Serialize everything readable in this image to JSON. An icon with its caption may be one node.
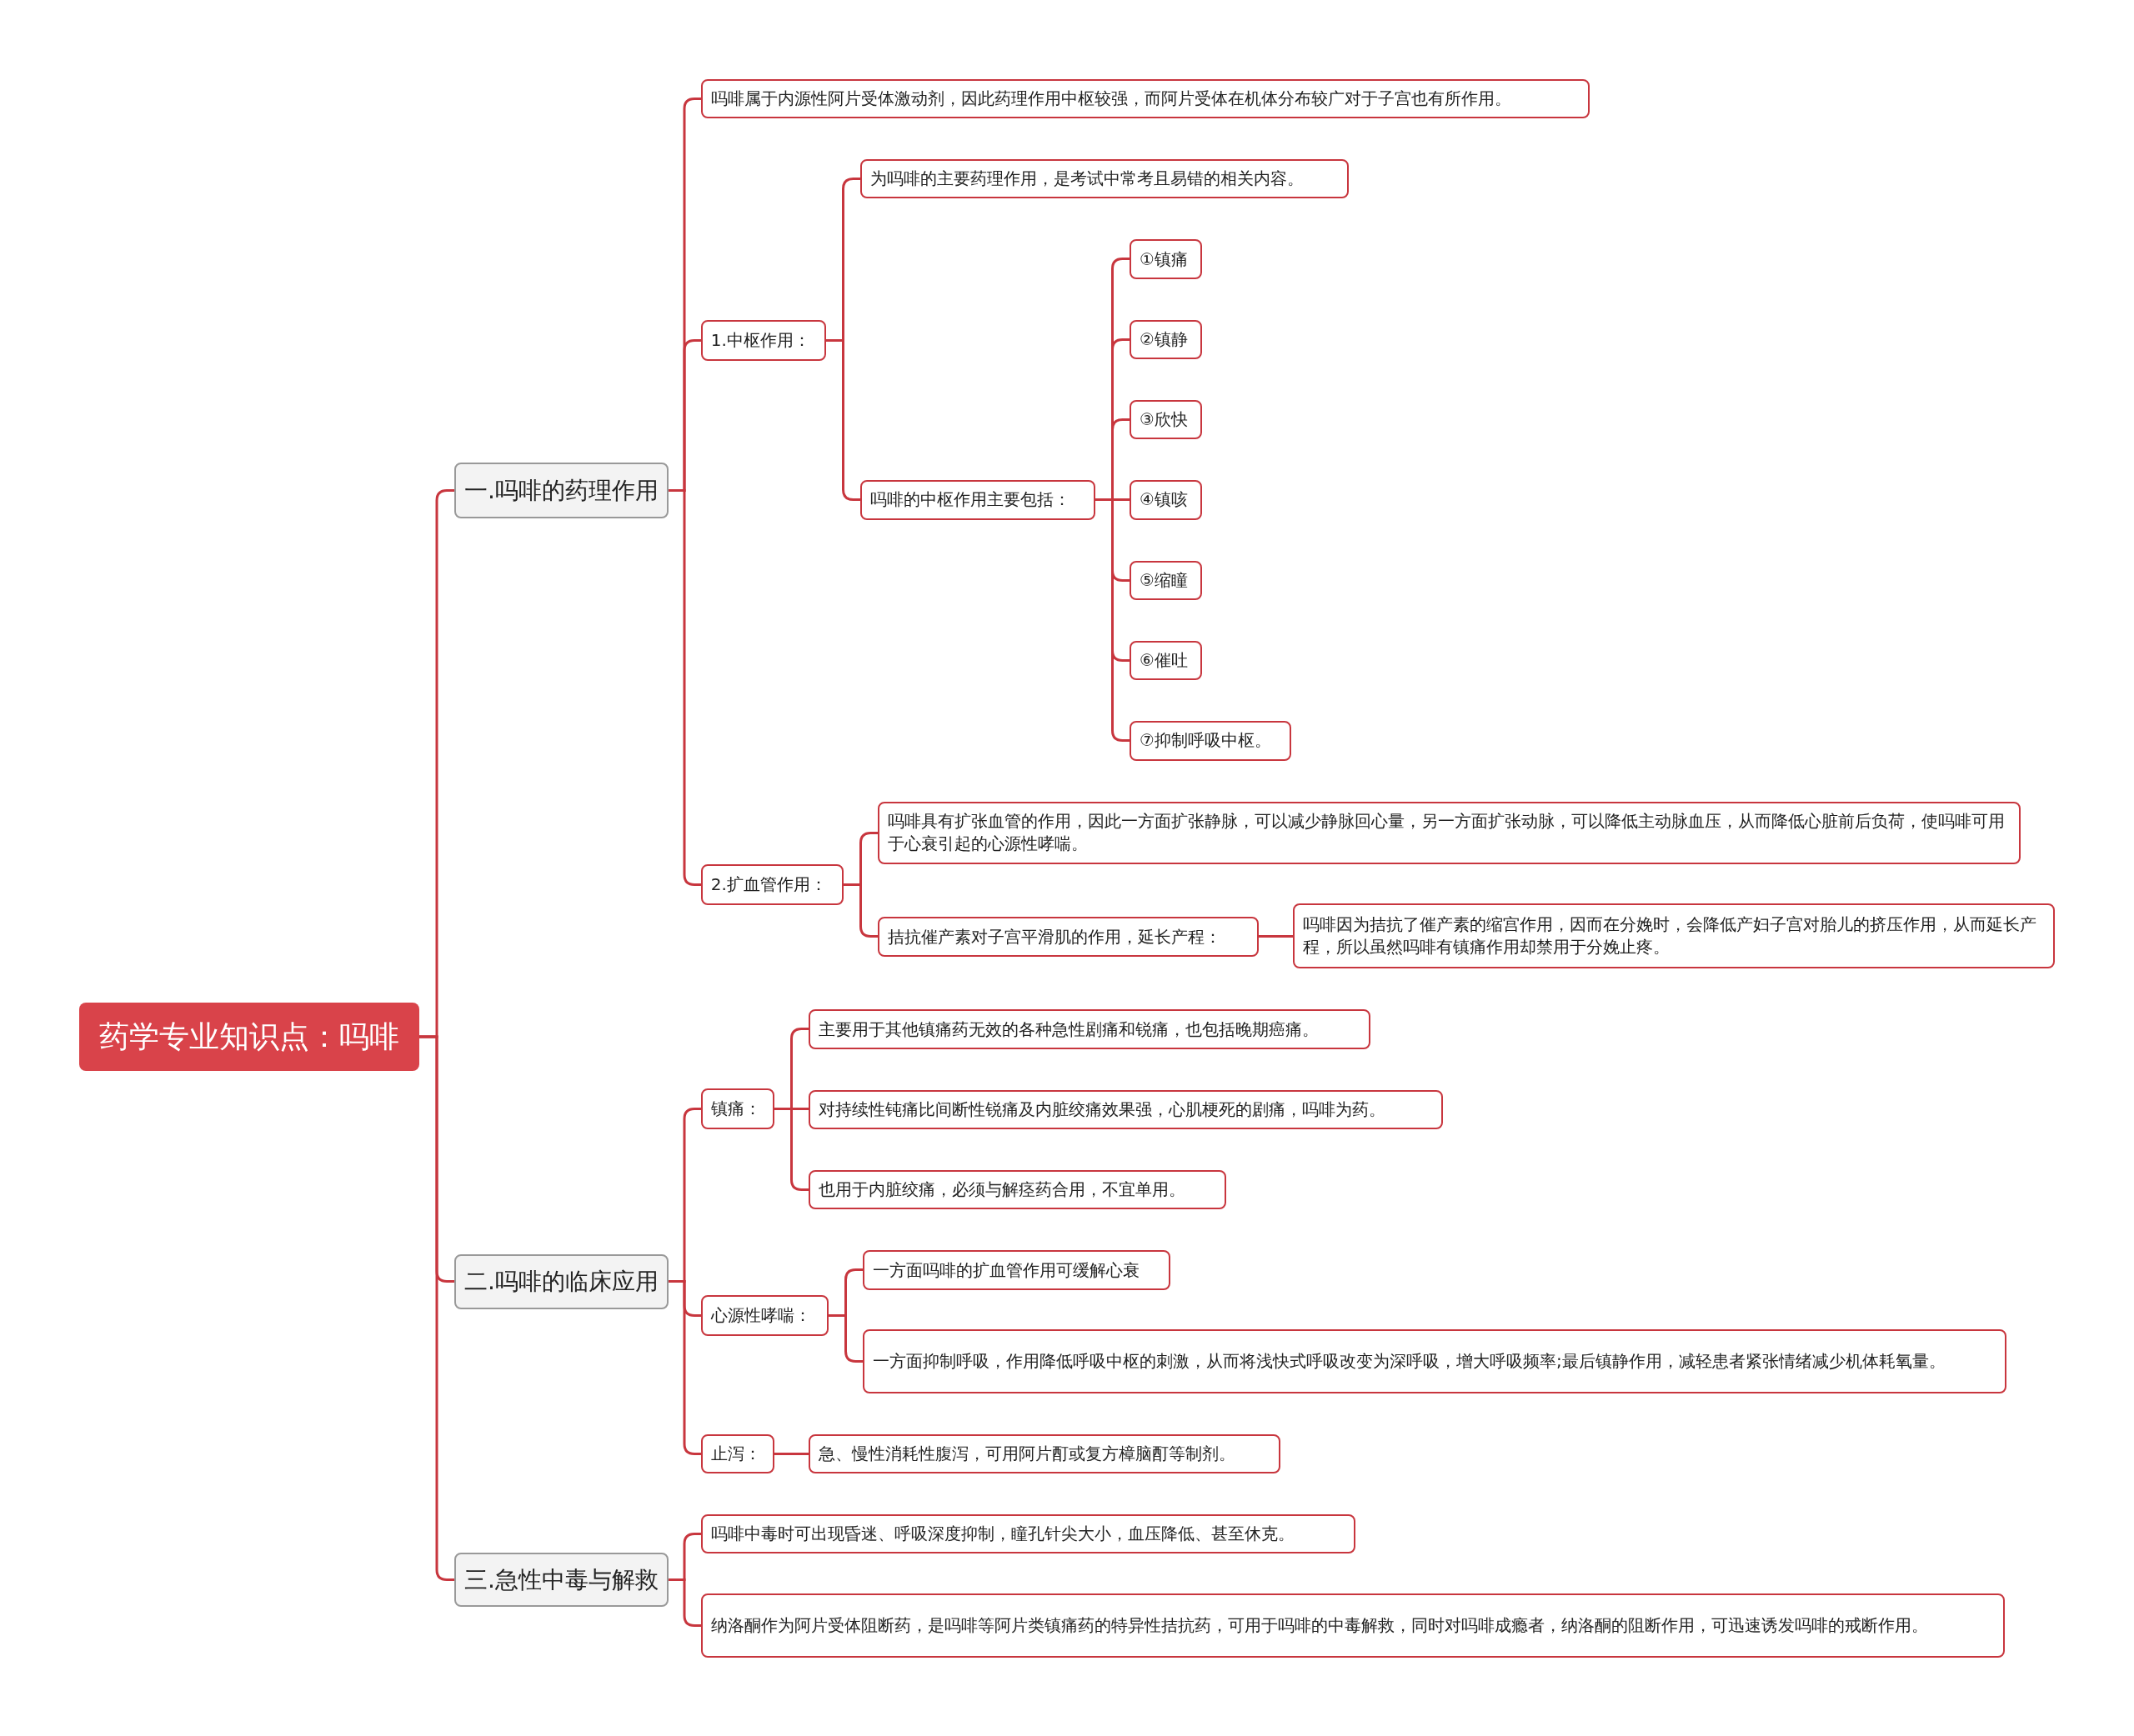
{
  "diagram": {
    "nodes": [
      {
        "text": [
          "药学专业知识点：吗啡"
        ]
      },
      {
        "text": [
          "一.吗啡的药理作用"
        ]
      },
      {
        "text": [
          "吗啡属于内源性阿片受体激动剂，因此药理作用中枢较强，而阿片受体在机体分布较广对于子宫也有所作用。"
        ]
      },
      {
        "text": [
          "1.中枢作用："
        ]
      },
      {
        "text": [
          "为吗啡的主要药理作用，是考试中常考且易错的相关内容。"
        ]
      },
      {
        "text": [
          "吗啡的中枢作用主要包括："
        ]
      },
      {
        "text": [
          "①镇痛"
        ]
      },
      {
        "text": [
          "②镇静"
        ]
      },
      {
        "text": [
          "③欣快"
        ]
      },
      {
        "text": [
          "④镇咳"
        ]
      },
      {
        "text": [
          "⑤缩瞳"
        ]
      },
      {
        "text": [
          "⑥催吐"
        ]
      },
      {
        "text": [
          "⑦抑制呼吸中枢。"
        ]
      },
      {
        "text": [
          "2.扩血管作用："
        ]
      },
      {
        "text": [
          "吗啡具有扩张血管的作用，因此一方面扩张静脉，可以减少静脉回心量，另一方面扩张动脉，可以降低主动脉血压，从而降低心脏前后负荷，使吗啡可用于心衰引起的心源性哮喘。"
        ]
      },
      {
        "text": [
          "拮抗催产素对子宫平滑肌的作用，延长产程："
        ]
      },
      {
        "text": [
          "吗啡因为拮抗了催产素的缩宫作用，因而在分娩时，会降低产妇子宫对胎儿的挤压作用，从而延长产程，所以虽然吗啡有镇痛作用却禁用于分娩止疼。"
        ]
      },
      {
        "text": [
          "二.吗啡的临床应用"
        ]
      },
      {
        "text": [
          "镇痛："
        ]
      },
      {
        "text": [
          "主要用于其他镇痛药无效的各种急性剧痛和锐痛，也包括晚期癌痛。"
        ]
      },
      {
        "text": [
          "对持续性钝痛比间断性锐痛及内脏绞痛效果强，心肌梗死的剧痛，吗啡为药。"
        ]
      },
      {
        "text": [
          "也用于内脏绞痛，必须与解痉药合用，不宜单用。"
        ]
      },
      {
        "text": [
          "心源性哮喘："
        ]
      },
      {
        "text": [
          "一方面吗啡的扩血管作用可缓解心衰"
        ]
      },
      {
        "text": [
          "一方面抑制呼吸，作用降低呼吸中枢的刺激，从而将浅快式呼吸改变为深呼吸，增大呼吸频率;最后镇静作用，减轻患者紧张情绪减少机体耗氧量。"
        ]
      },
      {
        "text": [
          "止泻："
        ]
      },
      {
        "text": [
          "急、慢性消耗性腹泻，可用阿片酊或复方樟脑酊等制剂。"
        ]
      },
      {
        "text": [
          "三.急性中毒与解救"
        ]
      },
      {
        "text": [
          "吗啡中毒时可出现昏迷、呼吸深度抑制，瞳孔针尖大小，血压降低、甚至休克。"
        ]
      },
      {
        "text": [
          "纳洛酮作为阿片受体阻断药，是吗啡等阿片类镇痛药的特异性拮抗药，可用于吗啡的中毒解救，同时对吗啡成瘾者，纳洛酮的阻断作用，可迅速诱发吗啡的戒断作用。"
        ]
      }
    ],
    "edges": [
      {
        "from": 0,
        "to": 1,
        "arrow": "none"
      },
      {
        "from": 1,
        "to": 2,
        "arrow": "none"
      },
      {
        "from": 1,
        "to": 3,
        "arrow": "none"
      },
      {
        "from": 3,
        "to": 4,
        "arrow": "none"
      },
      {
        "from": 3,
        "to": 5,
        "arrow": "none"
      },
      {
        "from": 5,
        "to": 6,
        "arrow": "none"
      },
      {
        "from": 5,
        "to": 7,
        "arrow": "none"
      },
      {
        "from": 5,
        "to": 8,
        "arrow": "none"
      },
      {
        "from": 5,
        "to": 9,
        "arrow": "none"
      },
      {
        "from": 5,
        "to": 10,
        "arrow": "none"
      },
      {
        "from": 5,
        "to": 11,
        "arrow": "none"
      },
      {
        "from": 5,
        "to": 12,
        "arrow": "none"
      },
      {
        "from": 1,
        "to": 13,
        "arrow": "none"
      },
      {
        "from": 13,
        "to": 14,
        "arrow": "none"
      },
      {
        "from": 13,
        "to": 15,
        "arrow": "none"
      },
      {
        "from": 15,
        "to": 16,
        "arrow": "none"
      },
      {
        "from": 0,
        "to": 17,
        "arrow": "none"
      },
      {
        "from": 17,
        "to": 18,
        "arrow": "none"
      },
      {
        "from": 18,
        "to": 19,
        "arrow": "none"
      },
      {
        "from": 18,
        "to": 20,
        "arrow": "none"
      },
      {
        "from": 18,
        "to": 21,
        "arrow": "none"
      },
      {
        "from": 17,
        "to": 22,
        "arrow": "none"
      },
      {
        "from": 22,
        "to": 23,
        "arrow": "none"
      },
      {
        "from": 22,
        "to": 24,
        "arrow": "none"
      },
      {
        "from": 17,
        "to": 25,
        "arrow": "none"
      },
      {
        "from": 25,
        "to": 26,
        "arrow": "none"
      },
      {
        "from": 0,
        "to": 27,
        "arrow": "none"
      },
      {
        "from": 27,
        "to": 28,
        "arrow": "none"
      },
      {
        "from": 27,
        "to": 29,
        "arrow": "none"
      }
    ]
  }
}
